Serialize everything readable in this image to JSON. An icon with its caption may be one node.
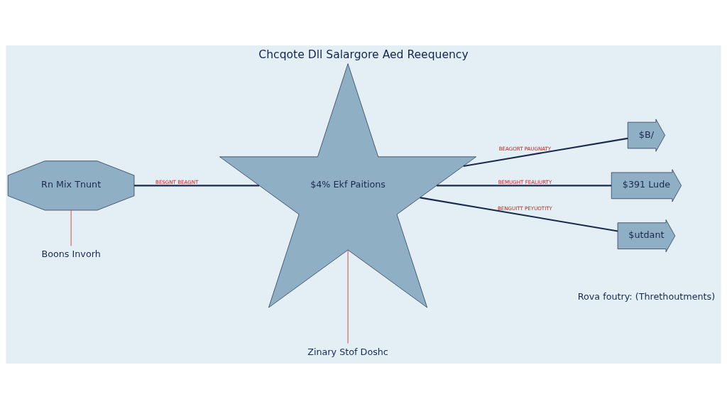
{
  "diagram": {
    "title": "Chcqote Dll Salargore Aed Reequency",
    "nodes": [
      {
        "text": [
          "Rn Mix Tnunt"
        ]
      },
      {
        "text": [
          "$4% Ekf Paitions"
        ]
      },
      {
        "text": [
          "$B/"
        ]
      },
      {
        "text": [
          "$391 Lude"
        ]
      },
      {
        "text": [
          "$utdant"
        ]
      },
      {
        "text": [
          "Boons Invorh"
        ]
      },
      {
        "text": [
          "Zinary Stof Doshc"
        ]
      }
    ],
    "edges": [
      {
        "from": 0,
        "to": 1,
        "arrow": "none",
        "label": "BESGNT BEAGNT"
      },
      {
        "from": 1,
        "to": 2,
        "arrow": "none",
        "label": "BEAGORT PAUGNATY"
      },
      {
        "from": 1,
        "to": 3,
        "arrow": "none",
        "label": "BEMUGHT FEALIURTY"
      },
      {
        "from": 1,
        "to": 4,
        "arrow": "none",
        "label": "BENGUITT PEYUOTITY"
      },
      {
        "from": 0,
        "to": 5,
        "arrow": "none",
        "color": "#cc3333"
      },
      {
        "from": 1,
        "to": 6,
        "arrow": "none",
        "color": "#cc3333"
      }
    ],
    "labels": [
      "Rova foutry: (Threthoutments)"
    ]
  }
}
